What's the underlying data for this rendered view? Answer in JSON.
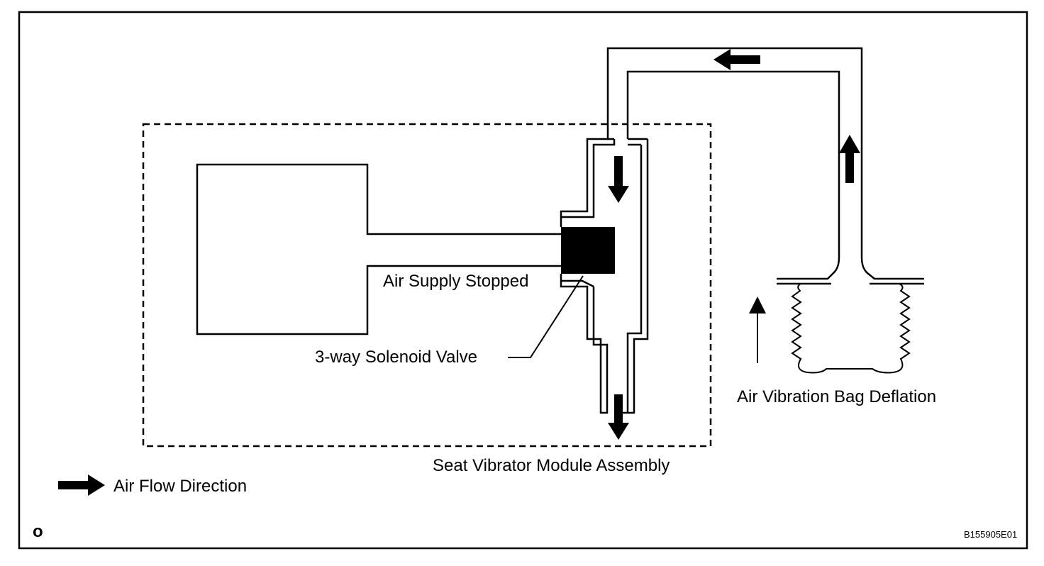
{
  "labels": {
    "air_supply_stopped": "Air Supply Stopped",
    "solenoid_valve": "3-way Solenoid Valve",
    "air_vibration_bag_deflation": "Air Vibration Bag Deflation",
    "seat_vibrator_module_assembly": "Seat Vibrator Module Assembly",
    "legend_air_flow_direction": "Air Flow Direction"
  },
  "corner_mark": "o",
  "figure_code": "B155905E01",
  "colors": {
    "line": "#000000",
    "background": "#ffffff"
  }
}
